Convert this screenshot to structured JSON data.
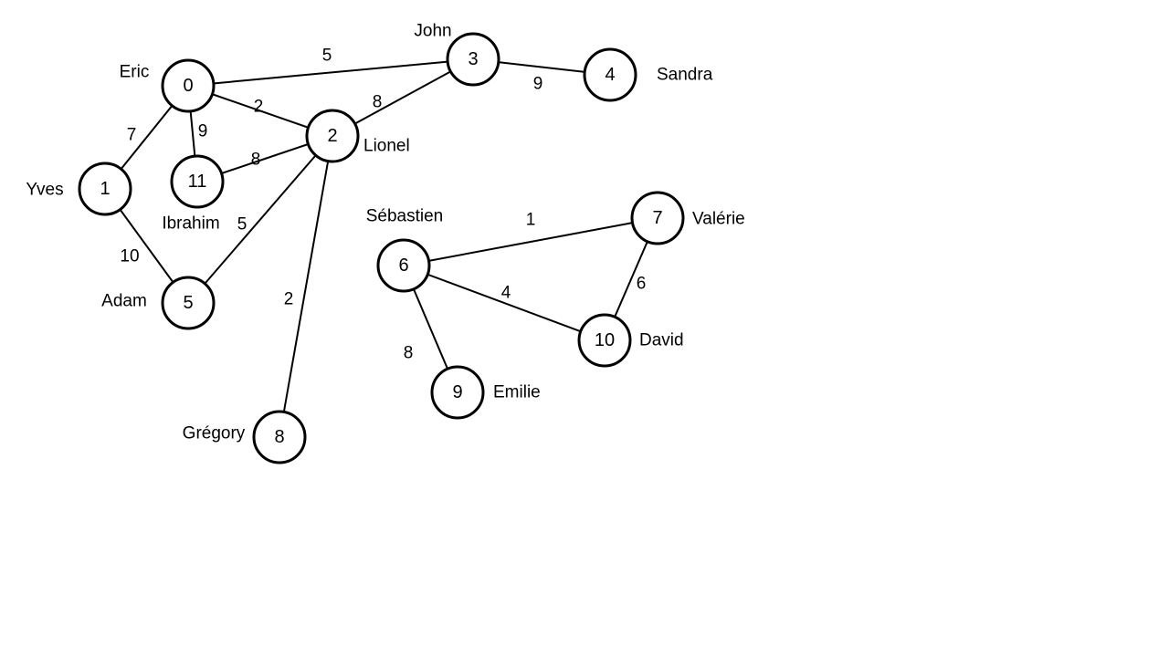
{
  "nodes": [
    {
      "id": "0",
      "name": "Eric"
    },
    {
      "id": "1",
      "name": "Yves"
    },
    {
      "id": "2",
      "name": "Lionel"
    },
    {
      "id": "3",
      "name": "John"
    },
    {
      "id": "4",
      "name": "Sandra"
    },
    {
      "id": "5",
      "name": "Adam"
    },
    {
      "id": "6",
      "name": "Sébastien"
    },
    {
      "id": "7",
      "name": "Valérie"
    },
    {
      "id": "8",
      "name": "Grégory"
    },
    {
      "id": "9",
      "name": "Emilie"
    },
    {
      "id": "10",
      "name": "David"
    },
    {
      "id": "11",
      "name": "Ibrahim"
    }
  ],
  "edges": [
    {
      "from": "0",
      "to": "3",
      "weight": "5"
    },
    {
      "from": "0",
      "to": "2",
      "weight": "2"
    },
    {
      "from": "0",
      "to": "1",
      "weight": "7"
    },
    {
      "from": "0",
      "to": "11",
      "weight": "9"
    },
    {
      "from": "2",
      "to": "3",
      "weight": "8"
    },
    {
      "from": "3",
      "to": "4",
      "weight": "9"
    },
    {
      "from": "11",
      "to": "2",
      "weight": "8"
    },
    {
      "from": "2",
      "to": "5",
      "weight": "5"
    },
    {
      "from": "2",
      "to": "8",
      "weight": "2"
    },
    {
      "from": "1",
      "to": "5",
      "weight": "10"
    },
    {
      "from": "6",
      "to": "7",
      "weight": "1"
    },
    {
      "from": "6",
      "to": "10",
      "weight": "4"
    },
    {
      "from": "6",
      "to": "9",
      "weight": "8"
    },
    {
      "from": "7",
      "to": "10",
      "weight": "6"
    }
  ]
}
